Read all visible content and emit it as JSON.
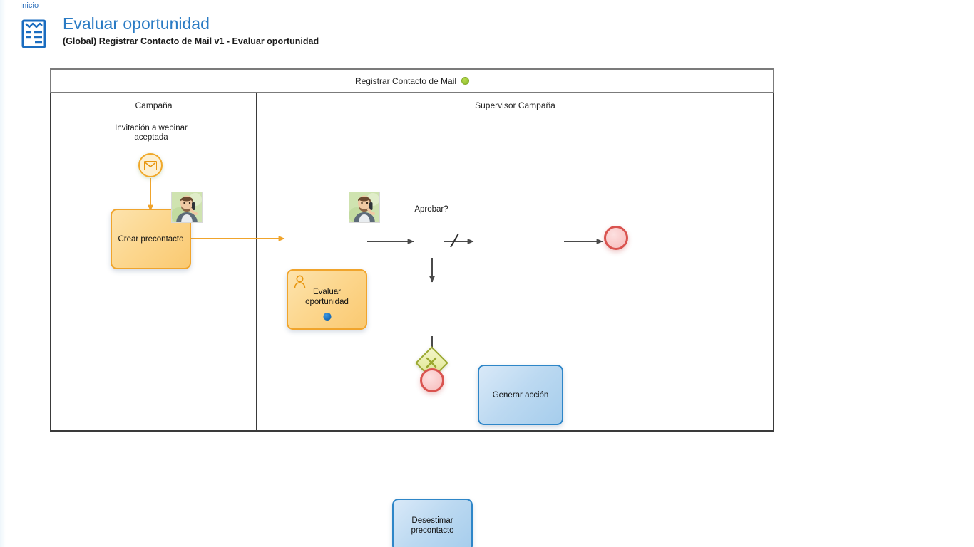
{
  "breadcrumb": {
    "label": "Inicio"
  },
  "header": {
    "icon": "form-clipboard-icon",
    "title": "Evaluar oportunidad",
    "subtitle": "(Global) Registrar Contacto de Mail v1 - Evaluar oportunidad",
    "title_color": "#2a7bc4"
  },
  "diagram": {
    "type": "bpmn",
    "pool": {
      "name": "Registrar Contacto de Mail",
      "status_indicator": "green-dot",
      "status_color": "#9ec93a"
    },
    "lanes": [
      {
        "name": "Campaña"
      },
      {
        "name": "Supervisor Campaña"
      }
    ],
    "nodes": [
      {
        "id": "start",
        "kind": "message-start-event",
        "label": "Invitación a webinar\naceptada",
        "lane": "Campaña",
        "color": "#f0a82a"
      },
      {
        "id": "crear",
        "kind": "task",
        "label": "Crear precontacto",
        "lane": "Campaña",
        "color": "#f0a42c",
        "has_avatar": true
      },
      {
        "id": "evaluar",
        "kind": "user-task",
        "label": "Evaluar\noportunidad",
        "lane": "Supervisor Campaña",
        "color": "#f0a42c",
        "has_avatar": true,
        "has_blue_marker": true
      },
      {
        "id": "aprobar",
        "kind": "exclusive-gateway",
        "label": "Aprobar?",
        "lane": "Supervisor Campaña",
        "color": "#9aa82e",
        "marker": "X"
      },
      {
        "id": "generar",
        "kind": "task",
        "label": "Generar acción",
        "lane": "Supervisor Campaña",
        "color": "#2e86c8"
      },
      {
        "id": "desestimar",
        "kind": "task",
        "label": "Desestimar\nprecontacto",
        "lane": "Supervisor Campaña",
        "color": "#2e86c8"
      },
      {
        "id": "end1",
        "kind": "end-event",
        "label": "",
        "lane": "Supervisor Campaña",
        "color": "#d9534f"
      },
      {
        "id": "end2",
        "kind": "end-event",
        "label": "",
        "lane": "Supervisor Campaña",
        "color": "#d9534f"
      }
    ],
    "flows": [
      {
        "from": "start",
        "to": "crear",
        "color": "#f0a42c"
      },
      {
        "from": "crear",
        "to": "evaluar",
        "color": "#f0a42c"
      },
      {
        "from": "evaluar",
        "to": "aprobar",
        "color": "#555555"
      },
      {
        "from": "aprobar",
        "to": "generar",
        "color": "#555555",
        "default": true
      },
      {
        "from": "aprobar",
        "to": "desestimar",
        "color": "#555555"
      },
      {
        "from": "generar",
        "to": "end1",
        "color": "#555555"
      },
      {
        "from": "desestimar",
        "to": "end2",
        "color": "#555555"
      }
    ]
  }
}
